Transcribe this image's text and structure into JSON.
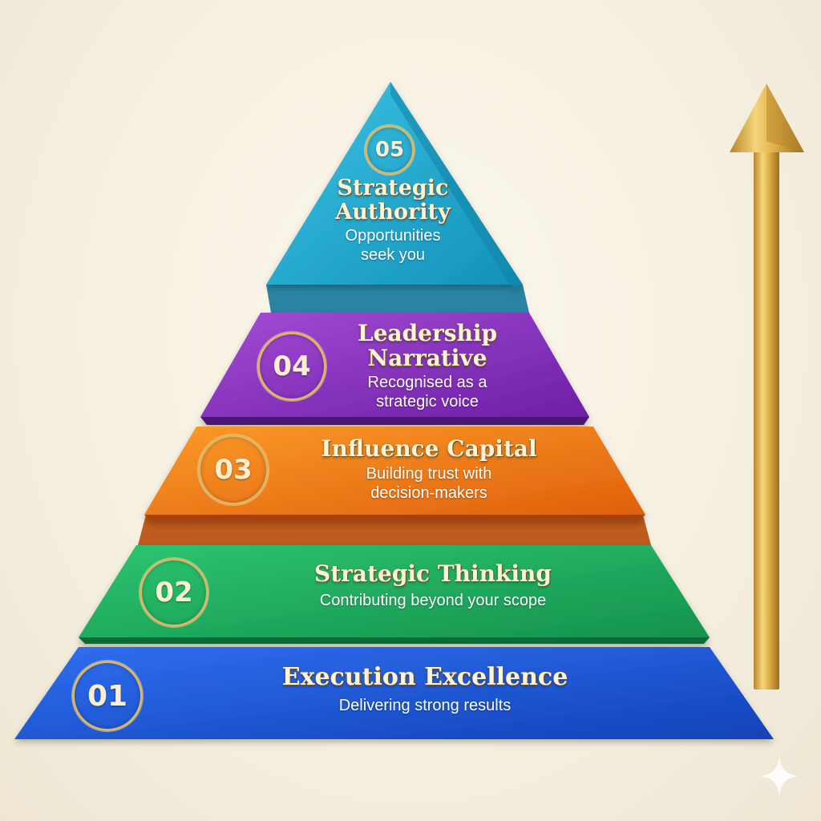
{
  "pyramid": {
    "tiers": [
      {
        "number": "05",
        "title_lines": [
          "Strategic",
          "Authority"
        ],
        "subtitle_lines": [
          "Opportunities",
          "seek you"
        ],
        "color": "#1aa6cc"
      },
      {
        "number": "04",
        "title_lines": [
          "Leadership",
          "Narrative"
        ],
        "subtitle_lines": [
          "Recognised as a",
          "strategic voice"
        ],
        "color": "#8a2fc0"
      },
      {
        "number": "03",
        "title_lines": [
          "Influence Capital"
        ],
        "subtitle_lines": [
          "Building trust with",
          "decision-makers"
        ],
        "color": "#f27a0c"
      },
      {
        "number": "02",
        "title_lines": [
          "Strategic Thinking"
        ],
        "subtitle_lines": [
          "Contributing beyond your scope"
        ],
        "color": "#1fae5e"
      },
      {
        "number": "01",
        "title_lines": [
          "Execution Excellence"
        ],
        "subtitle_lines": [
          "Delivering strong results"
        ],
        "color": "#1a55d6"
      }
    ],
    "arrow_color": "#d9a93a",
    "accent_gold": "#d9b766"
  }
}
